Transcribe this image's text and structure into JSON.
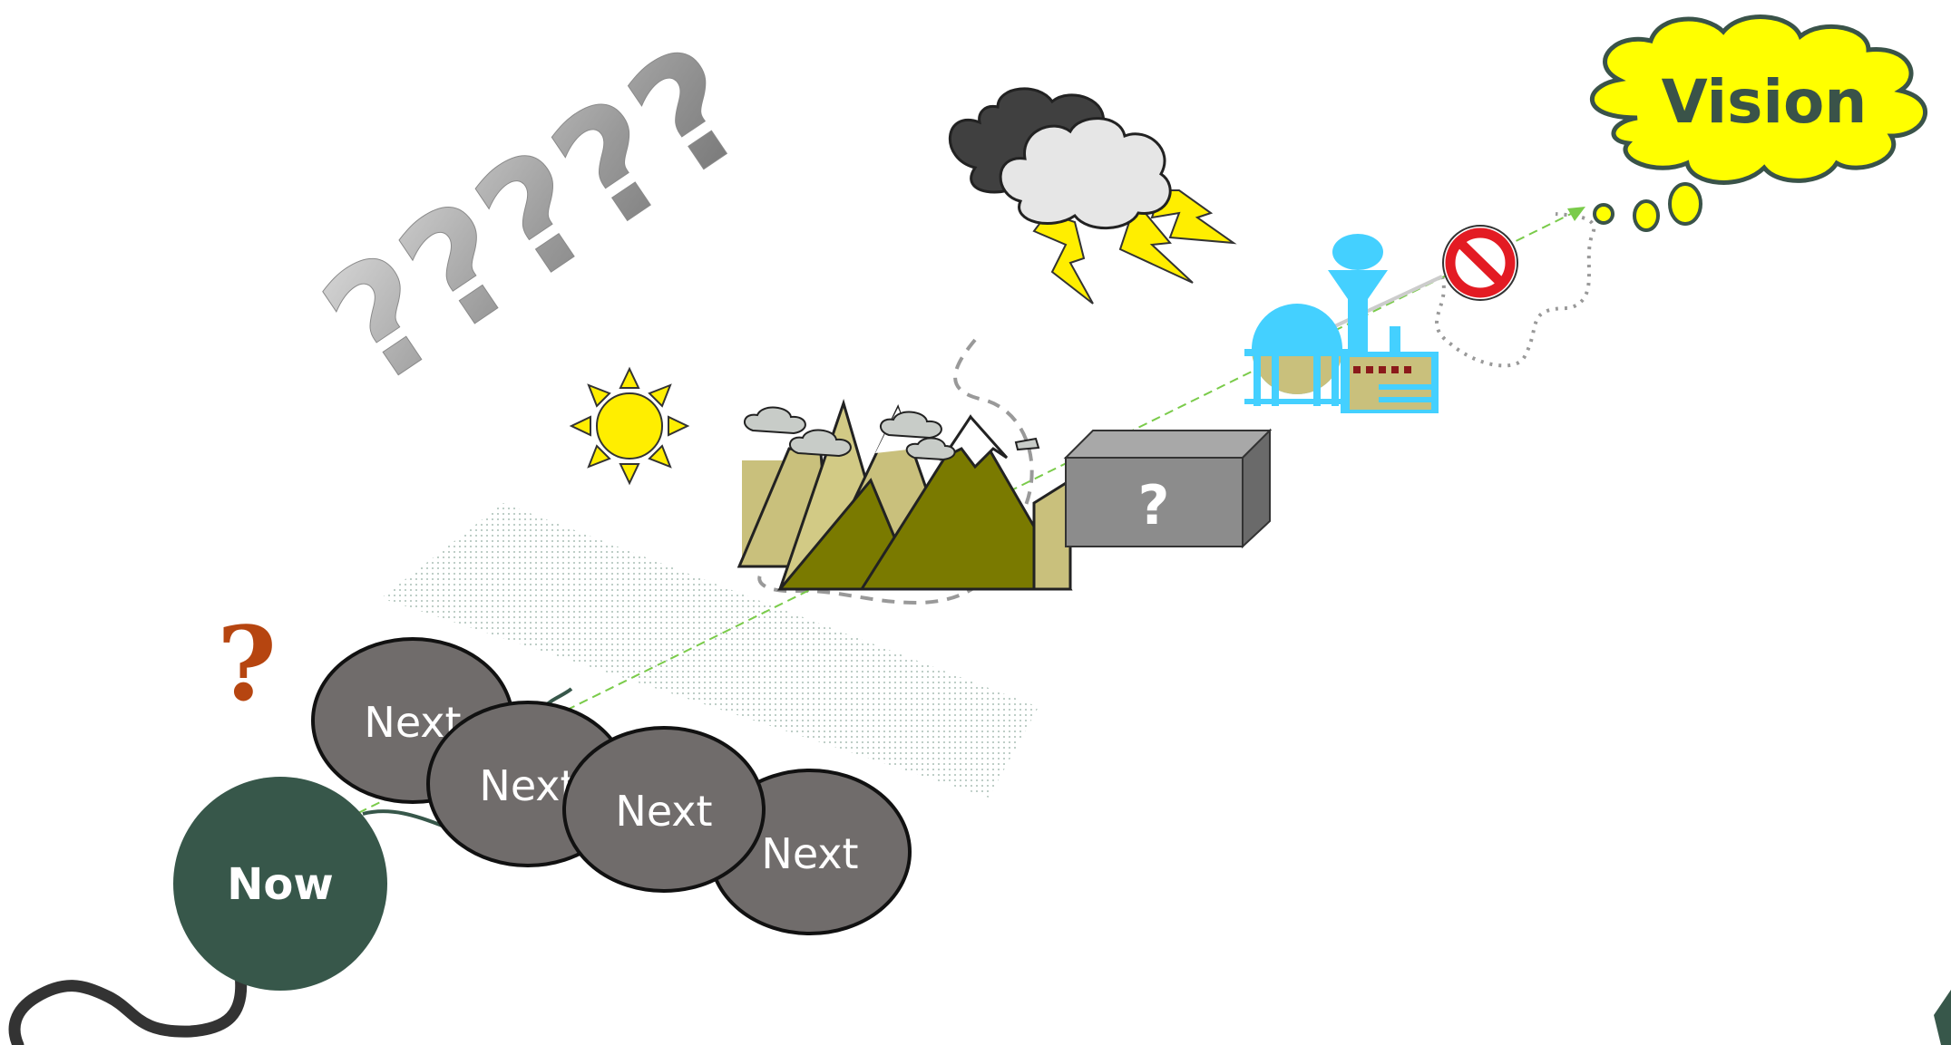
{
  "labels": {
    "now": "Now",
    "next_1": "Next",
    "next_2": "Next",
    "next_3": "Next",
    "next_4": "Next",
    "vision": "Vision",
    "box_question": "?",
    "small_question": "?",
    "big_questions": "?????"
  },
  "colors": {
    "now_fill": "#37574a",
    "next_fill": "#706c6b",
    "vision_fill": "#ffff00",
    "vision_text": "#3a5349",
    "mountain_fill": "#7a7a00",
    "sun_fill": "#ffee00",
    "factory_blue": "#44d0ff",
    "question_orange": "#b64510"
  },
  "icons": [
    "sun-icon",
    "storm-cloud-icon",
    "lightning-icon",
    "mountains-icon",
    "factory-icon",
    "no-entry-icon",
    "thought-cloud-icon",
    "box-icon"
  ]
}
